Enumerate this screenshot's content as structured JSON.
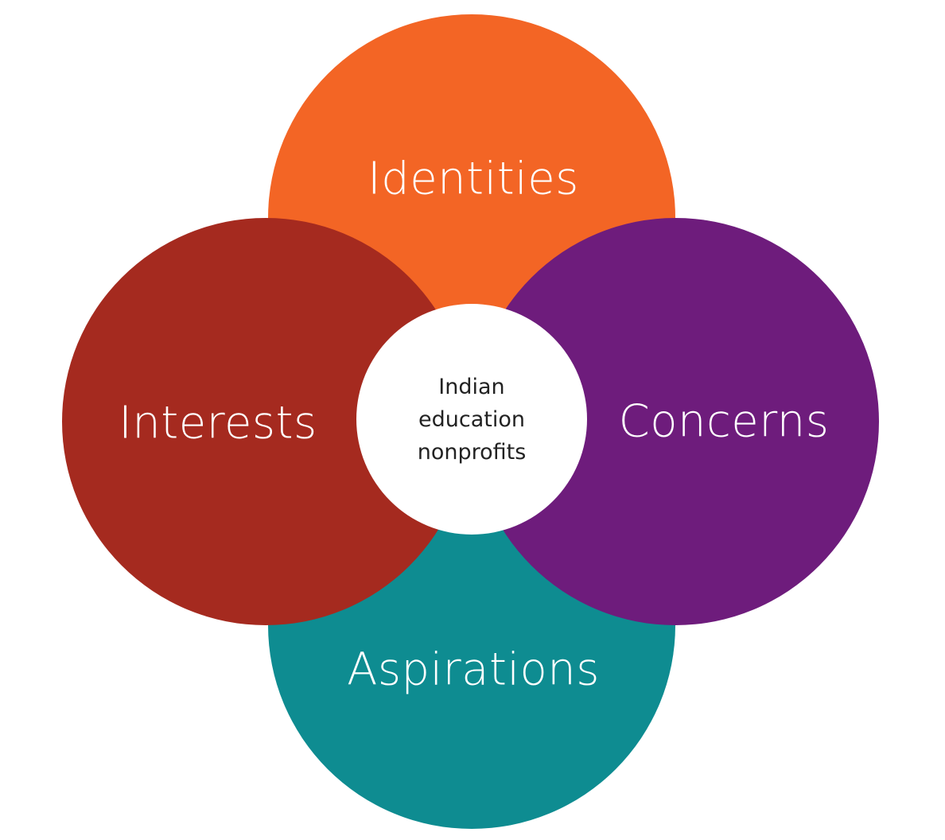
{
  "diagram": {
    "center": {
      "lines": [
        "Indian",
        "education",
        "nonprofits"
      ],
      "color": "#ffffff"
    },
    "petals": {
      "top": {
        "label": "Identities",
        "color": "#F36525"
      },
      "left": {
        "label": "Interests",
        "color": "#A52A1F"
      },
      "right": {
        "label": "Concerns",
        "color": "#6E1C7C"
      },
      "bottom": {
        "label": "Aspirations",
        "color": "#0E8C91"
      }
    }
  }
}
